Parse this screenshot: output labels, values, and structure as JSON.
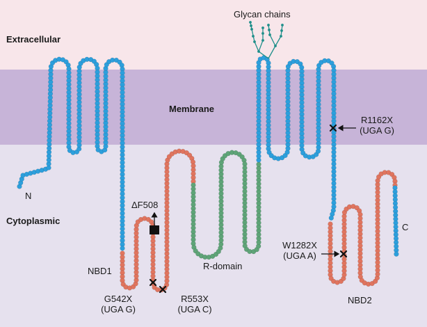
{
  "regions": {
    "extracellular": "Extracellular",
    "membrane": "Membrane",
    "cytoplasmic": "Cytoplasmic"
  },
  "labels": {
    "glycan": "Glycan chains",
    "n_term": "N",
    "c_term": "C",
    "nbd1": "NBD1",
    "nbd2": "NBD2",
    "r_domain": "R-domain"
  },
  "mutations": {
    "f508": "ΔF508",
    "g542x": "G542X",
    "g542x_codon": "(UGA G)",
    "r553x": "R553X",
    "r553x_codon": "(UGA C)",
    "r1162x": "R1162X",
    "r1162x_codon": "(UGA G)",
    "w1282x": "W1282X",
    "w1282x_codon": "(UGA A)"
  },
  "colors": {
    "extracellular_bg": "#f8e6ea",
    "membrane_bg": "#c7b4d8",
    "cytoplasmic_bg": "#e6e1ee",
    "transmembrane_bead": "#2d9fdc",
    "nbd_bead": "#e0755f",
    "r_domain_bead": "#5fa478",
    "glycan": "#1f8f8a",
    "marker": "#111111"
  }
}
